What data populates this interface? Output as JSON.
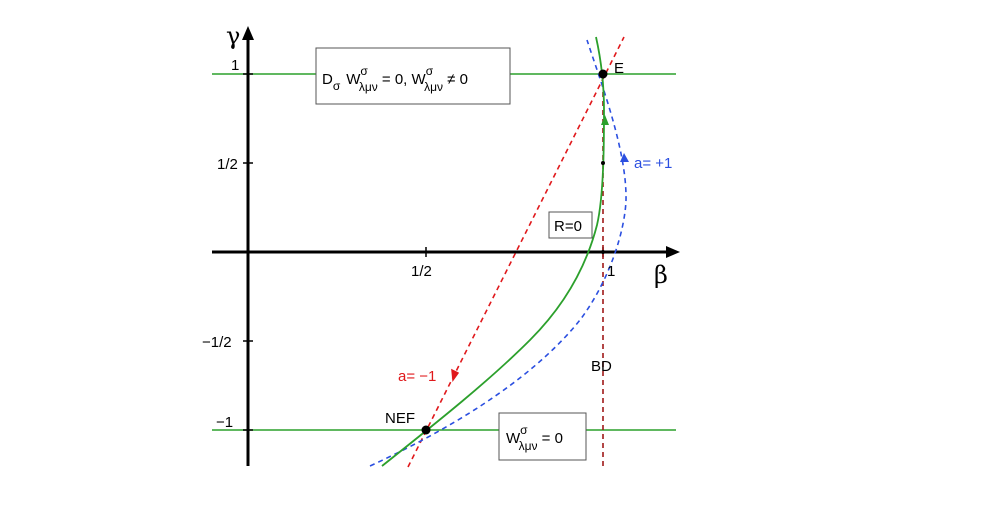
{
  "axes": {
    "x_symbol": "β",
    "y_symbol": "γ",
    "x_ticks": [
      {
        "value": 0.5,
        "label": "1/2"
      },
      {
        "value": 1,
        "label": "1"
      }
    ],
    "y_ticks": [
      {
        "value": 1,
        "label": "1"
      },
      {
        "value": 0.5,
        "label": "1/2"
      },
      {
        "value": -0.5,
        "label": "−1/2"
      },
      {
        "value": -1,
        "label": "−1"
      }
    ]
  },
  "colors": {
    "green": "#2ca02c",
    "red": "#e0191c",
    "blue": "#2b4fe0",
    "darkred": "#a01818",
    "black": "#000000"
  },
  "labels": {
    "point_E": "E",
    "point_NEF": "NEF",
    "line_BD": "BD",
    "curve_R0": "R=0",
    "a_plus": "a= +1",
    "a_minus": "a= −1"
  },
  "boxes": {
    "top": {
      "D": "D",
      "sigma": "σ",
      "W": "W",
      "W_sup": "σ",
      "W_sub": "λμν",
      "mid": " = 0, W",
      "W2_sup": "σ",
      "W2_sub": "λμν",
      "end": " ≠ 0"
    },
    "bottom": {
      "W": "W",
      "W_sup": "σ",
      "W_sub": "λμν",
      "end": " = 0"
    }
  }
}
